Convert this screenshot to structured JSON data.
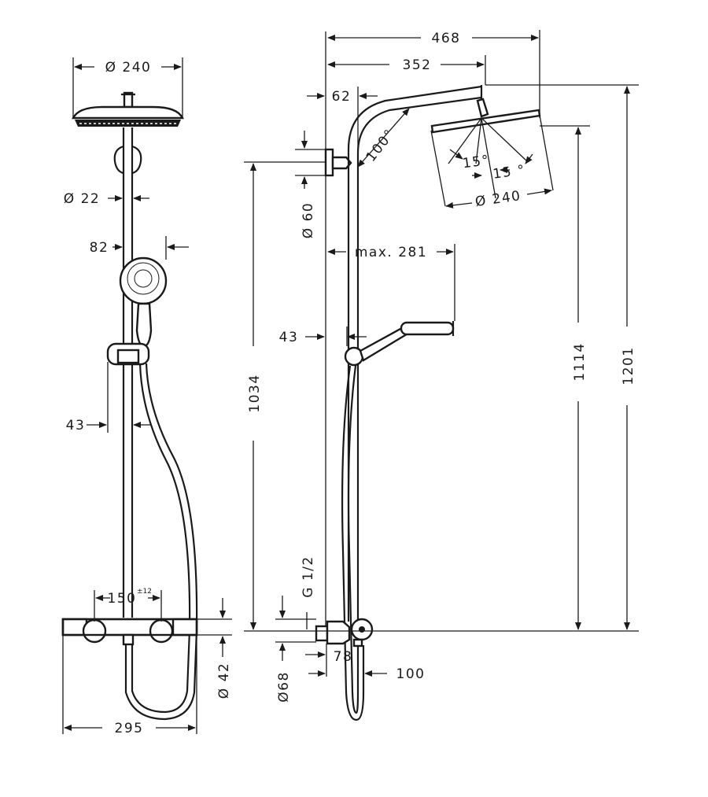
{
  "dimensions": {
    "front": {
      "head_diameter": "Ø 240",
      "pipe_diameter": "Ø 22",
      "handshower_offset": "82",
      "holder_width": "43",
      "mixer_spacing": "150",
      "mixer_spacing_tolerance": "±12",
      "mixer_height": "Ø 42",
      "mixer_width": "295"
    },
    "side": {
      "overall_projection": "468",
      "arm_projection": "352",
      "wall_offset": "62",
      "arm_angle": "100°",
      "tilt_left": "15°",
      "tilt_right": "15 °",
      "head_diameter": "Ø 240",
      "bracket_diameter": "Ø 60",
      "handshower_reach": "max. 281",
      "holder_offset": "43",
      "bracket_height": "1034",
      "head_height": "1114",
      "total_height": "1201",
      "thread": "G 1/2",
      "rosette_diameter": "Ø68",
      "mixer_depth": "78",
      "mixer_projection": "100"
    }
  }
}
